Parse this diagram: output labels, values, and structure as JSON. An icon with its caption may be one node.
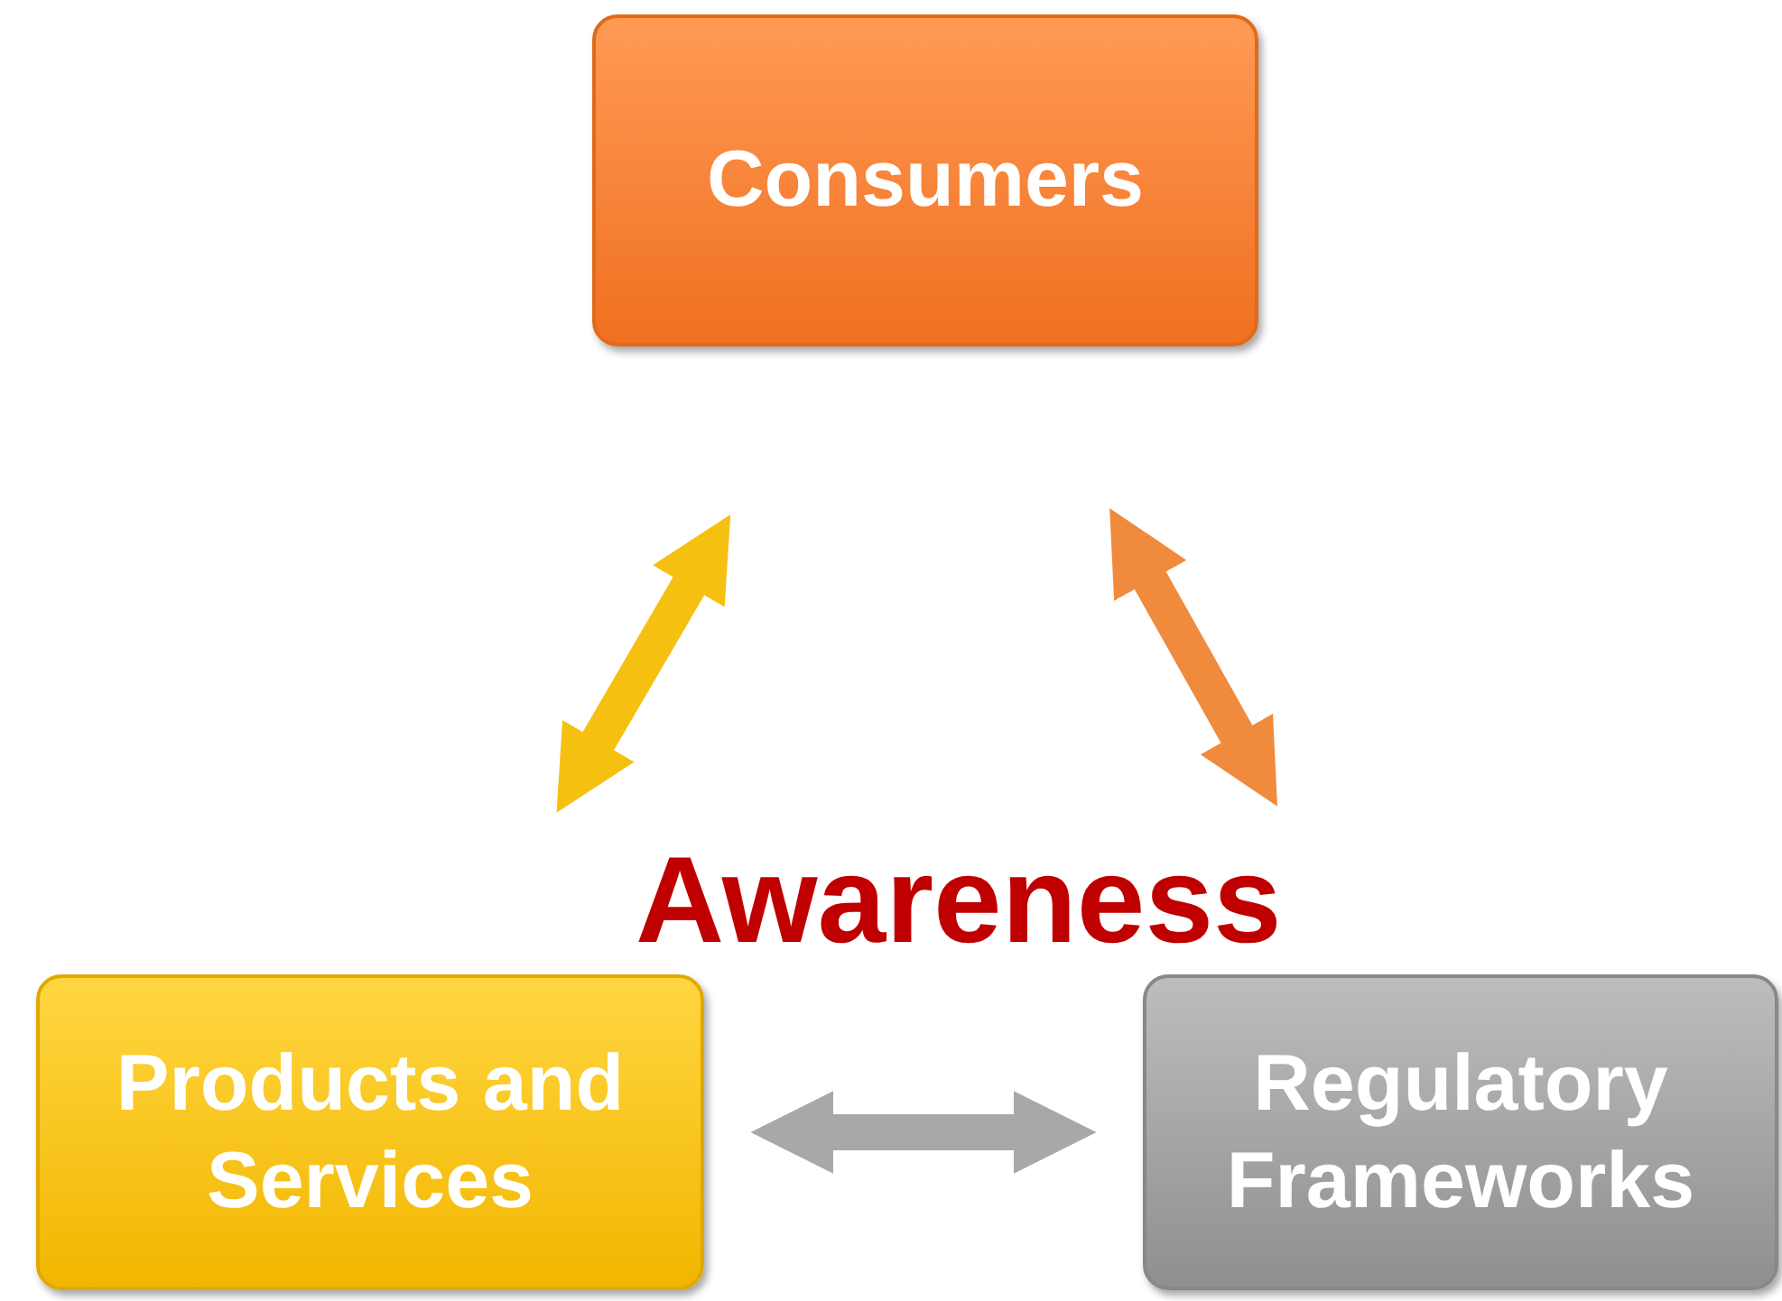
{
  "diagram": {
    "nodes": [
      {
        "text": [
          "Consumers"
        ]
      },
      {
        "text": [
          "Products and Services"
        ]
      },
      {
        "text": [
          "Regulatory Frameworks"
        ]
      }
    ],
    "edges": [
      {
        "from": 1,
        "to": 0,
        "arrow": "both",
        "color": "#f5c010"
      },
      {
        "from": 0,
        "to": 2,
        "arrow": "both",
        "color": "#f08a3c"
      },
      {
        "from": 1,
        "to": 2,
        "arrow": "both",
        "color": "#a8a8a8"
      }
    ],
    "labels": [
      "Awareness"
    ]
  }
}
